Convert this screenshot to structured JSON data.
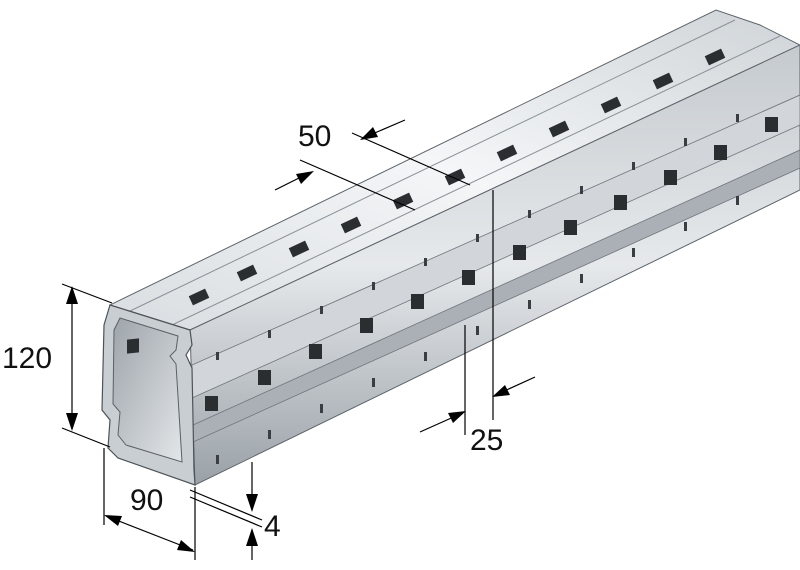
{
  "dimensions": {
    "height": "120",
    "width": "90",
    "thickness": "4",
    "hole_pitch": "50",
    "hole_offset": "25"
  },
  "colors": {
    "steel_light": "#e9ecef",
    "steel_mid": "#b9bec4",
    "steel_dark": "#7d848b",
    "hole": "#2b2e31",
    "ink": "#000000"
  }
}
